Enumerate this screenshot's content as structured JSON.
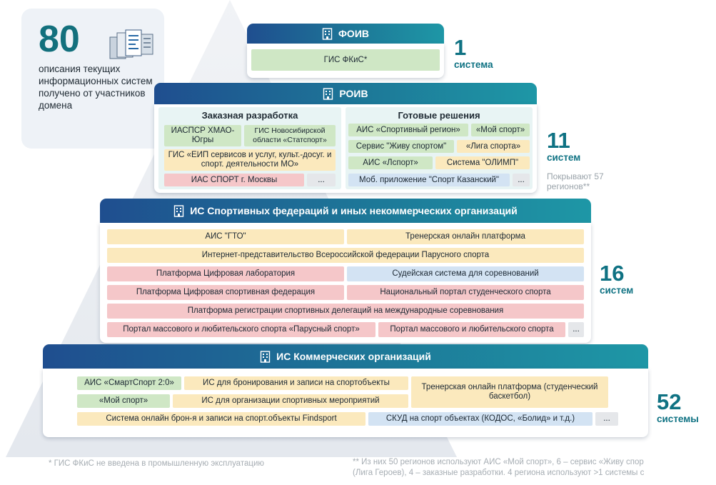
{
  "stat": {
    "number": "80",
    "description": "описания текущих информационных систем получено от участников домена",
    "icon": "documents-icon"
  },
  "foiv": {
    "title": "ФОИВ",
    "items": [
      "ГИС ФКиС*"
    ],
    "count": "1",
    "count_unit": "система"
  },
  "roiv": {
    "title": "РОИВ",
    "custom": {
      "title": "Заказная разработка",
      "items": [
        "ИАСПСР ХМАО-Югры",
        "ГИС Новосибирской области «Статспорт»",
        "ГИС «ЕИП сервисов и услуг, культ.-досуг. и спорт. деятельности МО»",
        "ИАС СПОРТ г. Москвы",
        "..."
      ]
    },
    "ready": {
      "title": "Готовые решения",
      "items": [
        "АИС «Спортивный регион»",
        "«Мой спорт»",
        "Сервис \"Живу спортом\"",
        "«Лига спорта»",
        "АИС «Лспорт»",
        "Система \"ОЛИМП\"",
        "Моб. приложение \"Спорт Казанский\"",
        "..."
      ]
    },
    "count": "11",
    "count_unit": "систем",
    "note": "Покрывают 57 регионов**"
  },
  "federations": {
    "title": "ИС Спортивных федераций и иных некоммерческих организаций",
    "items": [
      "АИС \"ГТО\"",
      "Тренерская онлайн платформа",
      "Интернет-представительство Всероссийской федерации Парусного спорта",
      "Платформа Цифровая лаборатория",
      "Судейская система для соревнований",
      "Платформа Цифровая спортивная федерация",
      "Национальный портал студенческого спорта",
      "Платформа регистрации спортивных делегаций на международные соревнования",
      "Портал массового и любительского спорта «Парусный спорт»",
      "Портал массового и любительского спорта",
      "..."
    ],
    "count": "16",
    "count_unit": "систем"
  },
  "commercial": {
    "title": "ИС Коммерческих организаций",
    "items": [
      "АИС «СмартСпорт 2:0»",
      "ИС для бронирования и записи на спортобъекты",
      "Тренерская онлайн платформа (студенческий баскетбол)",
      "«Мой спорт»",
      "ИС для организации спортивных мероприятий",
      "Система онлайн брон-я и записи на спорт.объекты Findsport",
      "СКУД на спорт объектах (КОДОС, «Болид» и т.д.)",
      "..."
    ],
    "count": "52",
    "count_unit": "системы"
  },
  "footnotes": {
    "left": "* ГИС ФКиС не введена в промышленную эксплуатацию",
    "right_line1": "** Из них 50 регионов используют АИС «Мой спорт», 6 – сервис «Живу спор",
    "right_line2": "(Лига Героев), 4 – заказные разработки. 4 региона используют >1 системы с"
  },
  "colors": {
    "header_start": "#1f4e8f",
    "header_end": "#1e97a6",
    "count": "#0f7283",
    "green": "#cfe7c5",
    "yellow": "#fbe9bd",
    "pink": "#f5c7c9",
    "blue": "#d3e3f3"
  }
}
